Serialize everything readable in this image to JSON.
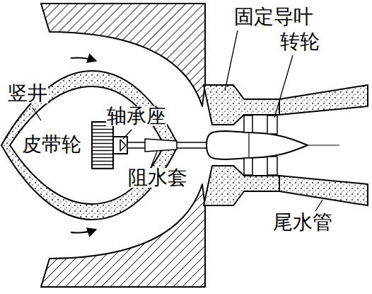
{
  "diagram": {
    "labels": [
      "固定导叶",
      "转轮",
      "竖井",
      "轴承座",
      "皮带轮",
      "阻水套",
      "尾水管"
    ]
  }
}
